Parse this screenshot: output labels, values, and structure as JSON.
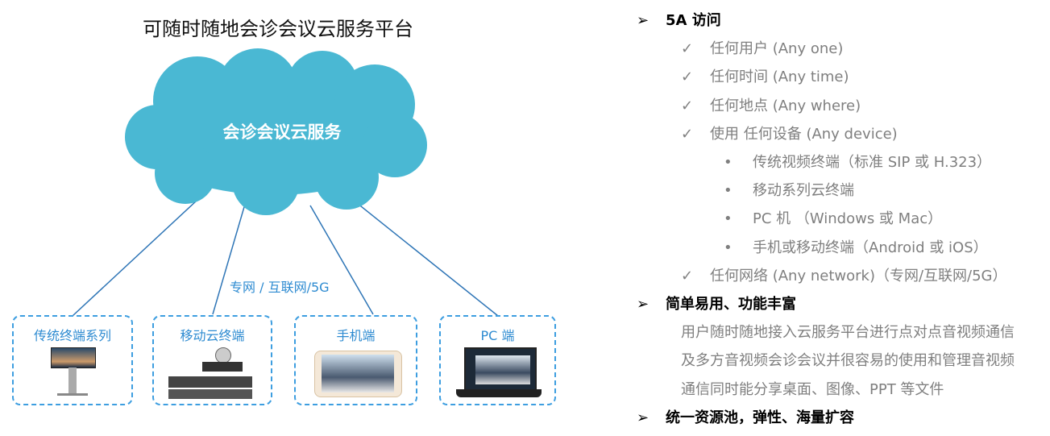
{
  "title": "可随时随地会诊会议云服务平台",
  "cloud_label": "会诊会议云服务",
  "link_label": "专网 / 互联网/5G",
  "colors": {
    "cloud": "#4ab8d3",
    "line": "#2e75b6",
    "box_border": "#3d9ee0",
    "label_blue": "#2e8bd1",
    "text_gray": "#7f7f7f"
  },
  "devices": [
    {
      "label": "传统终端系列",
      "icon": "tv-stand-icon"
    },
    {
      "label": "移动云终端",
      "icon": "camera-codec-icon"
    },
    {
      "label": "手机端",
      "icon": "phone-icon"
    },
    {
      "label": "PC 端",
      "icon": "laptop-icon"
    }
  ],
  "features": [
    {
      "level": 0,
      "marker": "➢",
      "text": "5A 访问"
    },
    {
      "level": 1,
      "marker": "✓",
      "text": "任何用户 (Any one)"
    },
    {
      "level": 1,
      "marker": "✓",
      "text": "任何时间 (Any time)"
    },
    {
      "level": 1,
      "marker": "✓",
      "text": "任何地点 (Any where)"
    },
    {
      "level": 1,
      "marker": "✓",
      "text": "使用 任何设备 (Any device)"
    },
    {
      "level": 2,
      "marker": "•",
      "text": "传统视频终端（标准 SIP 或 H.323）"
    },
    {
      "level": 2,
      "marker": "•",
      "text": "移动系列云终端"
    },
    {
      "level": 2,
      "marker": "•",
      "text": "PC 机 （Windows 或 Mac）"
    },
    {
      "level": 2,
      "marker": "•",
      "text": "手机或移动终端（Android 或 iOS）"
    },
    {
      "level": 1,
      "marker": "✓",
      "text": "任何网络 (Any network)（专网/互联网/5G）"
    },
    {
      "level": 0,
      "marker": "➢",
      "text": "简单易用、功能丰富"
    },
    {
      "level": 3,
      "marker": "",
      "text": "用户随时随地接入云服务平台进行点对点音视频通信"
    },
    {
      "level": 3,
      "marker": "",
      "text": "及多方音视频会诊会议并很容易的使用和管理音视频"
    },
    {
      "level": 3,
      "marker": "",
      "text": "通信同时能分享桌面、图像、PPT 等文件"
    },
    {
      "level": 0,
      "marker": "➢",
      "text": "统一资源池，弹性、海量扩容"
    }
  ]
}
